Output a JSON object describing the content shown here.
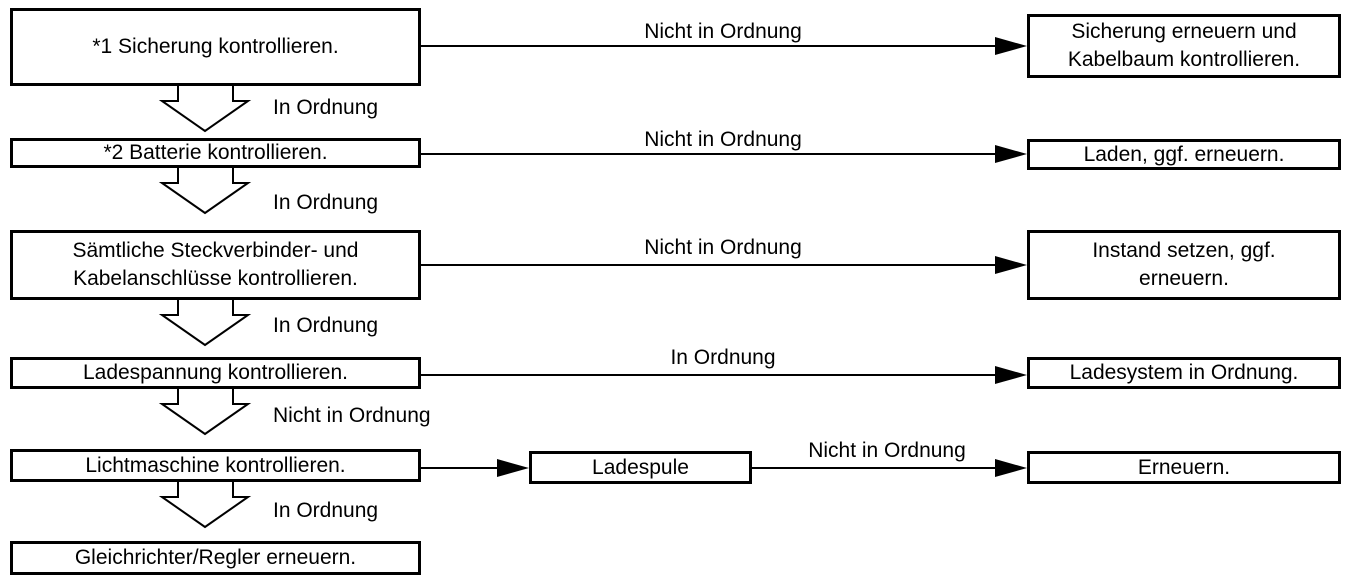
{
  "steps": [
    {
      "text": "*1 Sicherung kontrollieren.",
      "ok_label": "In Ordnung"
    },
    {
      "text": "*2 Batterie kontrollieren.",
      "ok_label": "In Ordnung"
    },
    {
      "text": "Sämtliche Steckverbinder- und\nKabelanschlüsse kontrollieren.",
      "ok_label": "In Ordnung"
    },
    {
      "text": "Ladespannung kontrollieren.",
      "ok_label": "Nicht in Ordnung"
    },
    {
      "text": "Lichtmaschine kontrollieren.",
      "ok_label": "In Ordnung"
    },
    {
      "text": "Gleichrichter/Regler erneuern."
    }
  ],
  "branches": [
    {
      "condition": "Nicht in Ordnung",
      "result": "Sicherung erneuern und\nKabelbaum kontrollieren."
    },
    {
      "condition": "Nicht in Ordnung",
      "result": "Laden, ggf. erneuern."
    },
    {
      "condition": "Nicht in Ordnung",
      "result": "Instand setzen, ggf.\nerneuern."
    },
    {
      "condition": "In Ordnung",
      "result": "Ladesystem in Ordnung."
    },
    {
      "intermediate": "Ladespule",
      "condition": "Nicht in Ordnung",
      "result": "Erneuern."
    }
  ],
  "colors": {
    "stroke": "#000000",
    "background": "#ffffff"
  }
}
